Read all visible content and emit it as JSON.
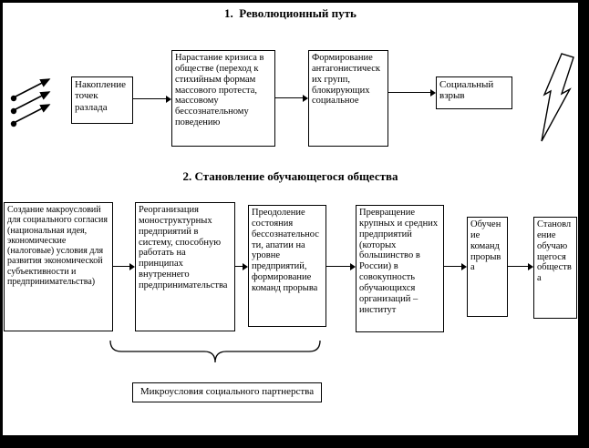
{
  "colors": {
    "ink": "#000000",
    "paper": "#ffffff"
  },
  "section1": {
    "title": "1.  Революционный путь",
    "boxes": [
      {
        "text": "Накопление точек разлада"
      },
      {
        "text": "Нарастание кризиса в обществе (переход к стихийным формам массового протеста, массовому бессознательному поведению"
      },
      {
        "text": "Формирование антагонистических групп, блокирующих социальное"
      },
      {
        "text": "Социальный взрыв"
      }
    ]
  },
  "section2": {
    "title": "2. Становление обучающегося общества",
    "boxes": [
      {
        "text": "Создание макроусловий для социального согласия (национальная идея, экономические (налоговые) условия для развития экономической субъективности и предпринимательства)"
      },
      {
        "text": "Реорганизация моноструктурных предприятий в систему, способную работать на принципах внутреннего предпринимательства"
      },
      {
        "text": "Преодоление состояния бессознательности, апатии на уровне предприятий, формирование команд прорыва"
      },
      {
        "text": "Превращение крупных и средних предприятий (которых большинство в России) в совокупность обучающихся организаций – институт"
      },
      {
        "text": "Обучение команд прорыва"
      },
      {
        "text": "Становление обучающегося общества"
      }
    ],
    "brace_label": "Микроусловия социального партнерства"
  },
  "icons": {
    "momentum_arrows": "three-arrows-up-right",
    "explosion_bolt": "lightning-bolt"
  }
}
